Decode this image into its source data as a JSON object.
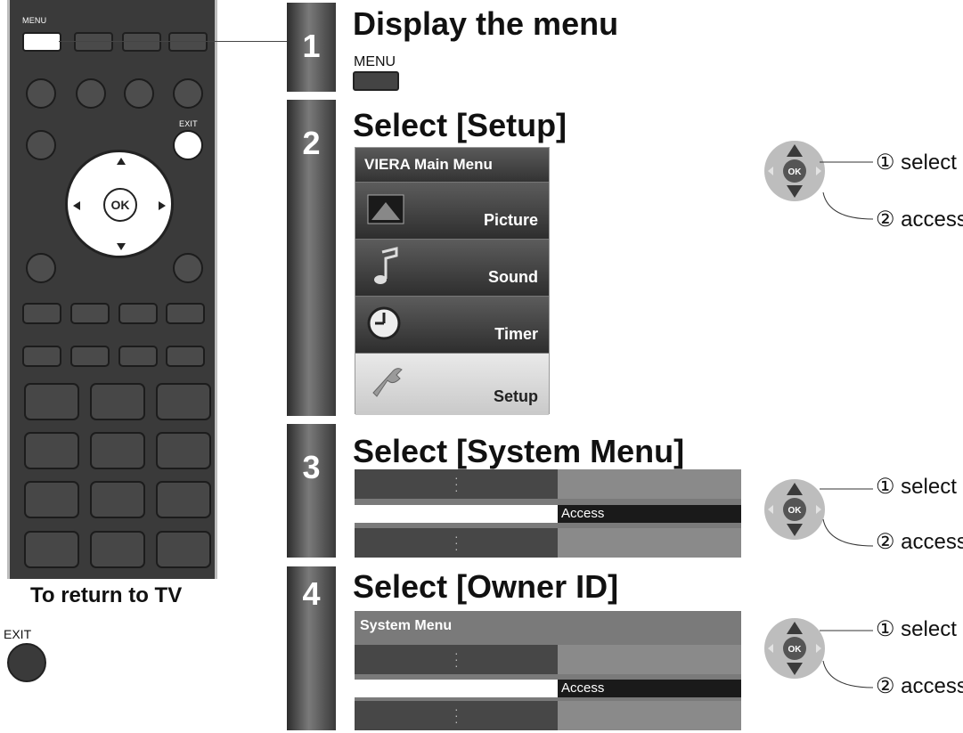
{
  "remote": {
    "menu_label": "MENU",
    "exit_label": "EXIT",
    "ok_label": "OK"
  },
  "return_note": {
    "text": "To return to TV",
    "exit_label": "EXIT"
  },
  "steps": [
    {
      "number": "1",
      "heading": "Display the menu",
      "key_label": "MENU"
    },
    {
      "number": "2",
      "heading": "Select [Setup]"
    },
    {
      "number": "3",
      "heading": "Select [System Menu]"
    },
    {
      "number": "4",
      "heading": "Select [Owner ID]"
    }
  ],
  "main_menu": {
    "title": "VIERA Main Menu",
    "items": [
      {
        "label": "Picture",
        "icon": "picture-icon"
      },
      {
        "label": "Sound",
        "icon": "sound-icon"
      },
      {
        "label": "Timer",
        "icon": "timer-icon"
      },
      {
        "label": "Setup",
        "icon": "setup-icon",
        "selected": true
      }
    ]
  },
  "system_rows": {
    "access_label": "Access",
    "title": "System Menu"
  },
  "nav_hint": {
    "select": "① select",
    "access": "② access",
    "ok_label": "OK"
  }
}
